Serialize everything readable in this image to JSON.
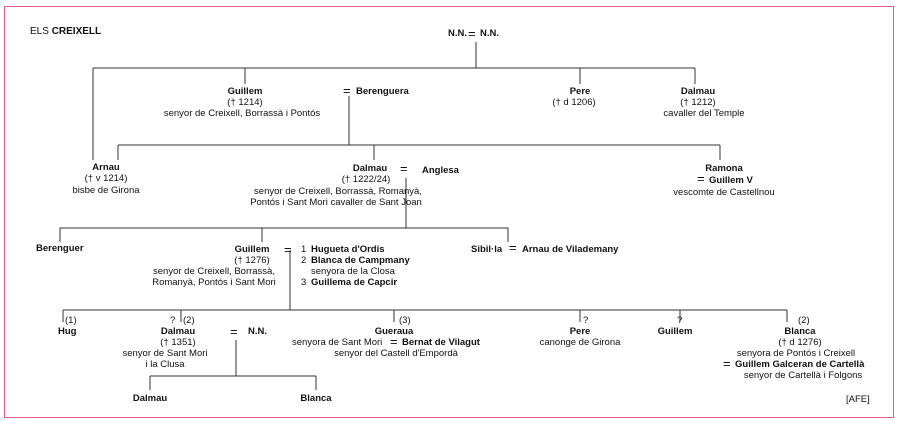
{
  "title": {
    "prefix": "ELS ",
    "family": "CREIXELL"
  },
  "source_tag": "[AFE]",
  "eq_sign": "=",
  "gen0": {
    "left": "N.N.",
    "right": "N.N."
  },
  "gen1": {
    "guillem": {
      "name": "Guillem",
      "dates": "(† 1214)",
      "title": "senyor de Creixell, Borrassà i Pontós"
    },
    "berenguera": {
      "name": "Berenguera"
    },
    "pere": {
      "name": "Pere",
      "dates": "(† d 1206)"
    },
    "dalmau": {
      "name": "Dalmau",
      "dates": "(† 1212)",
      "title": "cavaller del Temple"
    }
  },
  "gen2": {
    "arnau": {
      "name": "Arnau",
      "dates": "(† v 1214)",
      "title": "bisbe de Girona"
    },
    "dalmau": {
      "name": "Dalmau",
      "dates": "(† 1222/24)",
      "title1": "senyor de Creixell, Borrassà, Romanyà,",
      "title2": "Pontós i Sant Mori cavaller de Sant Joan"
    },
    "anglesa": {
      "name": "Anglesa"
    },
    "ramona": {
      "name": "Ramona",
      "spouse": "Guillem V",
      "title": "vescomte de Castellnou"
    }
  },
  "gen3": {
    "berenguer": {
      "name": "Berenguer"
    },
    "guillem": {
      "name": "Guillem",
      "dates": "(† 1276)",
      "title1": "senyor de Creixell, Borrassà,",
      "title2": "Romanyà, Pontós i Sant Mori"
    },
    "wives": {
      "w1_num": "1",
      "w1": "Hugueta d'Ordis",
      "w2_num": "2",
      "w2": "Blanca de Campmany",
      "w2_title": "senyora de la Closa",
      "w3_num": "3",
      "w3": "Guillema de Capcir"
    },
    "sibilla": {
      "name": "Sibil·la",
      "spouse": "Arnau de Vilademany"
    }
  },
  "gen4": {
    "hug": {
      "marker": "(1)",
      "name": "Hug"
    },
    "dalmau": {
      "q": "?",
      "marker": "(2)",
      "name": "Dalmau",
      "dates": "(† 1351)",
      "title1": "senyor de Sant Mori",
      "title2": "i la Clusa"
    },
    "dalmau_spouse": {
      "name": "N.N."
    },
    "gueraua": {
      "marker": "(3)",
      "name": "Gueraua",
      "title_prefix": "senyora de Sant Mori",
      "spouse": "Bernat de Vilagut",
      "title2": "senyor del Castell d'Empordà"
    },
    "pere": {
      "q": "?",
      "name": "Pere",
      "title": "canonge de Girona"
    },
    "guillem": {
      "q": "?",
      "name": "Guillem"
    },
    "blanca": {
      "marker": "(2)",
      "name": "Blanca",
      "dates": "(† d 1276)",
      "title": "senyora de Pontós i Creixell",
      "spouse": "Guillem Galceran de Cartellà",
      "spouse_title": "senyor de Cartellà i Folgons"
    }
  },
  "gen5": {
    "dalmau": {
      "name": "Dalmau"
    },
    "blanca": {
      "name": "Blanca"
    }
  }
}
